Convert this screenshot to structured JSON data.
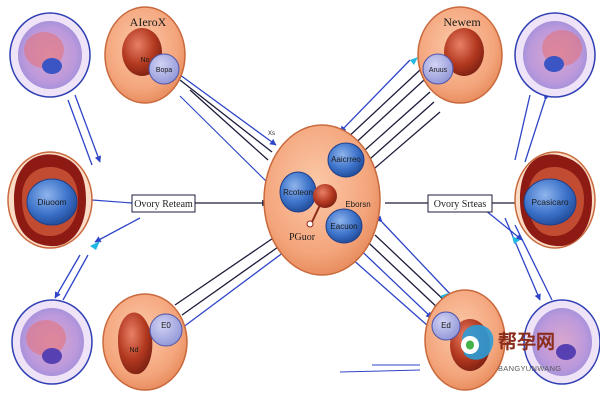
{
  "labels": {
    "top_left_title": "AIeroX",
    "top_left_nucleus": "Bopa",
    "top_right_title": "Newem",
    "top_right_nucleus": "Aruus",
    "center_left": "Rcoteon",
    "center_top_right": "Aaicrreo",
    "center_bottom_right_1": "Eborsn",
    "center_bottom_right_2": "Eacuon",
    "center_caption": "PGuor",
    "left_mid_cell": "Diuoom",
    "right_mid_cell": "Pcasicaro",
    "left_box": "Ovory Reteam",
    "right_box": "Ovory Srteas",
    "bottom_left_nucleus": "E0",
    "bottom_left_cell": "Nd",
    "bottom_right_nucleus": "Ed",
    "arrow_tag": "Xs"
  },
  "watermark": {
    "cn": "帮孕网",
    "en": "BANGYUNWANG"
  },
  "colors": {
    "cell_fill": "#f4a87f",
    "cell_stroke": "#c9693c",
    "nucleus": "#a8acde",
    "organelle": "#b23a2a",
    "arrow_blue": "#2f45c8",
    "arrow_dark": "#1c1c3a"
  }
}
